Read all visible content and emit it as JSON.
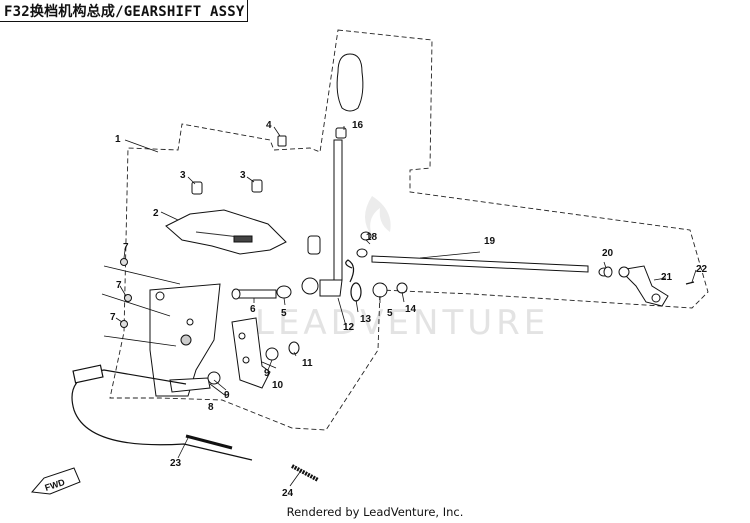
{
  "title": "F32换档机构总成/GEARSHIFT ASSY",
  "watermark": "LEADVENTURE",
  "footer": "Rendered by LeadVenture, Inc.",
  "fwd_label": "FWD",
  "callouts": [
    {
      "id": "c1",
      "num": "1"
    },
    {
      "id": "c2",
      "num": "2"
    },
    {
      "id": "c3a",
      "num": "3"
    },
    {
      "id": "c3b",
      "num": "3"
    },
    {
      "id": "c4",
      "num": "4"
    },
    {
      "id": "c5a",
      "num": "5"
    },
    {
      "id": "c5b",
      "num": "5"
    },
    {
      "id": "c6",
      "num": "6"
    },
    {
      "id": "c7a",
      "num": "7"
    },
    {
      "id": "c7b",
      "num": "7"
    },
    {
      "id": "c7c",
      "num": "7"
    },
    {
      "id": "c8",
      "num": "8"
    },
    {
      "id": "c9a",
      "num": "9"
    },
    {
      "id": "c9b",
      "num": "9"
    },
    {
      "id": "c10",
      "num": "10"
    },
    {
      "id": "c11",
      "num": "11"
    },
    {
      "id": "c12",
      "num": "12"
    },
    {
      "id": "c13",
      "num": "13"
    },
    {
      "id": "c14",
      "num": "14"
    },
    {
      "id": "c16",
      "num": "16"
    },
    {
      "id": "c18",
      "num": "18"
    },
    {
      "id": "c19",
      "num": "19"
    },
    {
      "id": "c20",
      "num": "20"
    },
    {
      "id": "c21",
      "num": "21"
    },
    {
      "id": "c22",
      "num": "22"
    },
    {
      "id": "c23",
      "num": "23"
    },
    {
      "id": "c24",
      "num": "24"
    }
  ]
}
